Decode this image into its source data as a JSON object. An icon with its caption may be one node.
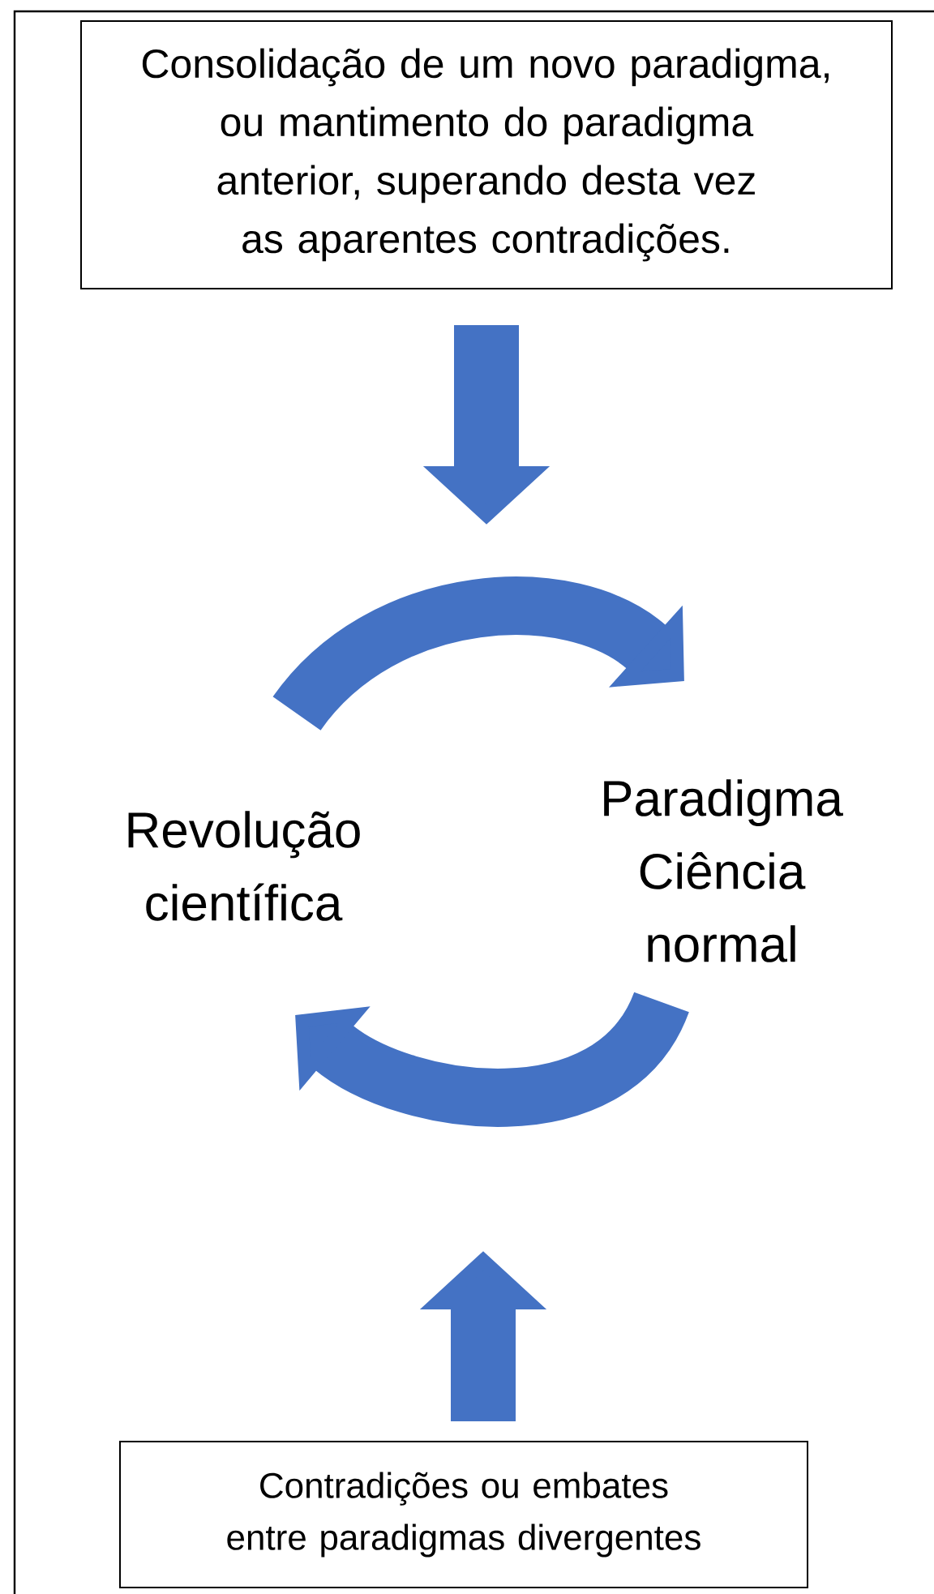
{
  "diagram": {
    "nodes": [
      {
        "text": [
          "Consolidação de um novo paradigma, ou mantimento do paradigma anterior, superando desta vez as aparentes contradições."
        ]
      },
      {
        "text": [
          "Revolução científica"
        ]
      },
      {
        "text": [
          "Paradigma Ciência normal"
        ]
      },
      {
        "text": [
          "Contradições ou embates entre paradigmas divergentes"
        ]
      }
    ],
    "edges": [
      {
        "from": 0,
        "to": null,
        "arrow": "to"
      },
      {
        "from": 1,
        "to": 2,
        "arrow": "to"
      },
      {
        "from": 2,
        "to": 1,
        "arrow": "to"
      },
      {
        "from": 3,
        "to": null,
        "arrow": "to"
      }
    ]
  }
}
